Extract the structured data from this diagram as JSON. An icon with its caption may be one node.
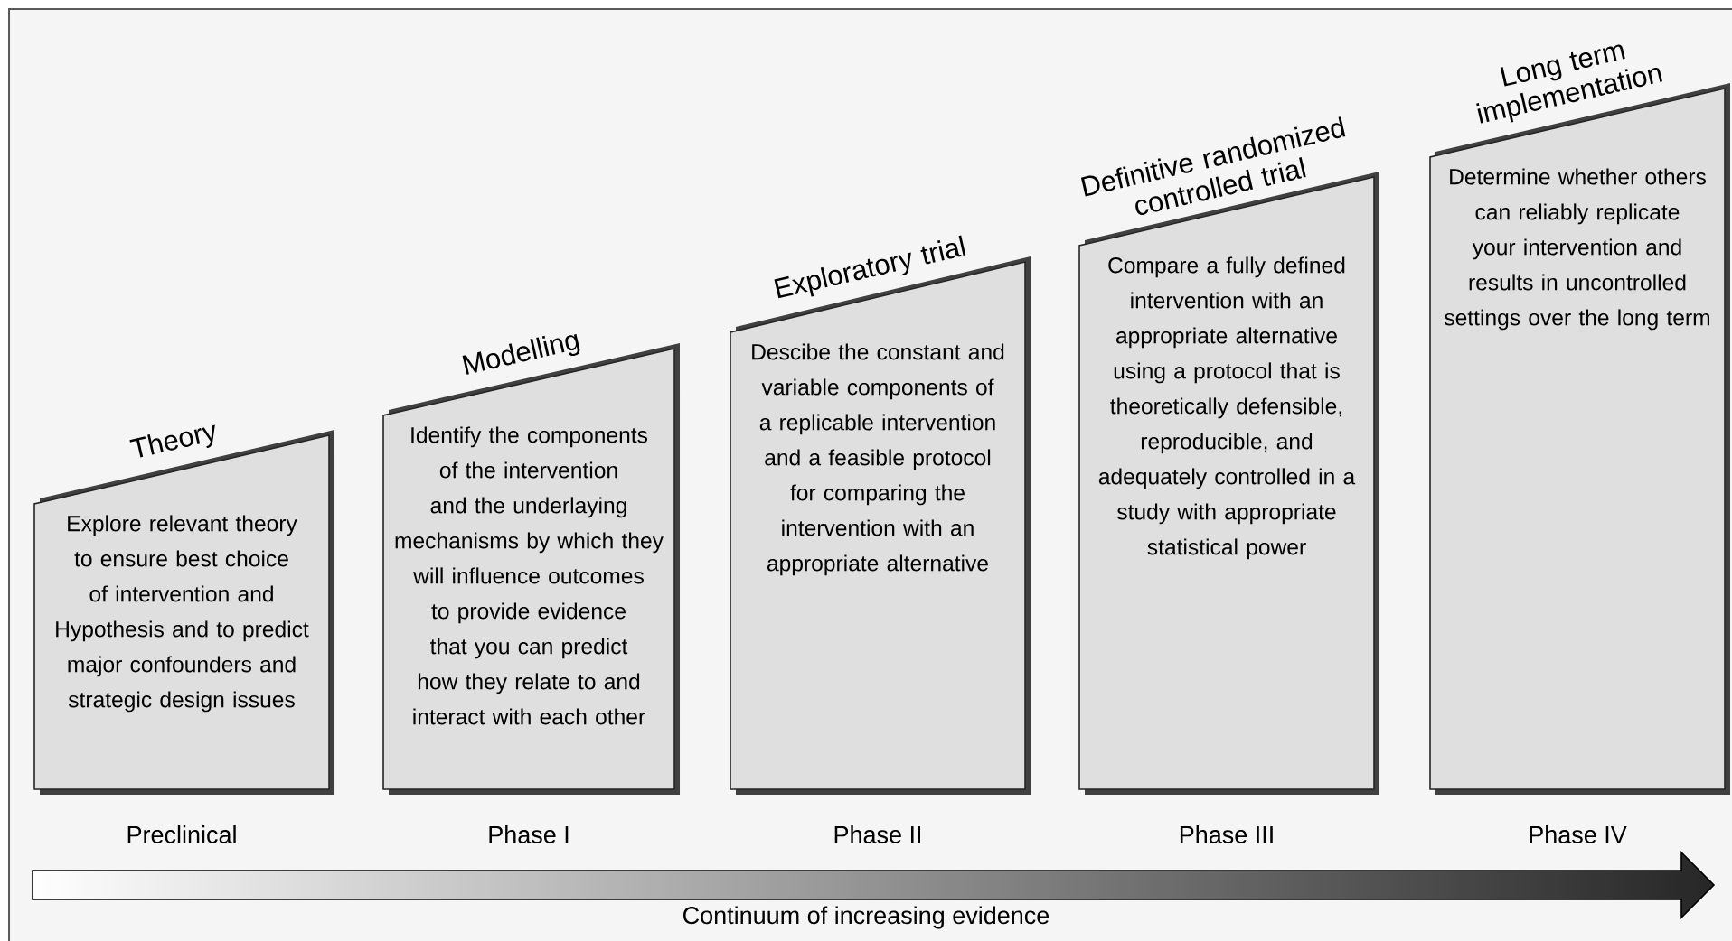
{
  "diagram": {
    "nodes": [
      {
        "text": [
          "Theory",
          "Explore relevant theory to ensure best choice of intervention and Hypothesis and to predict major confounders and strategic design issues"
        ],
        "beside": [
          "Preclinical"
        ]
      },
      {
        "text": [
          "Modelling",
          "Identify the components of the intervention and the underlaying mechanisms by which they will influence outcomes to provide evidence that you can predict how they relate to and interact with each other"
        ],
        "beside": [
          "Phase I"
        ]
      },
      {
        "text": [
          "Exploratory trial",
          "Descibe the constant and variable components of a replicable intervention and a feasible protocol for comparing the intervention with an appropriate alternative"
        ],
        "beside": [
          "Phase II"
        ]
      },
      {
        "text": [
          "Definitive randomized controlled trial",
          "Compare a fully defined intervention with an appropriate alternative using a protocol that is theoretically defensible, reproducible, and adequately controlled in a study with appropriate statistical power"
        ],
        "beside": [
          "Phase III"
        ]
      },
      {
        "text": [
          "Long term implementation",
          "Determine whether others can reliably replicate your intervention and results in uncontrolled settings over the long term"
        ],
        "beside": [
          "Phase IV"
        ]
      }
    ],
    "labels": [
      "Continuum of increasing evidence"
    ]
  }
}
